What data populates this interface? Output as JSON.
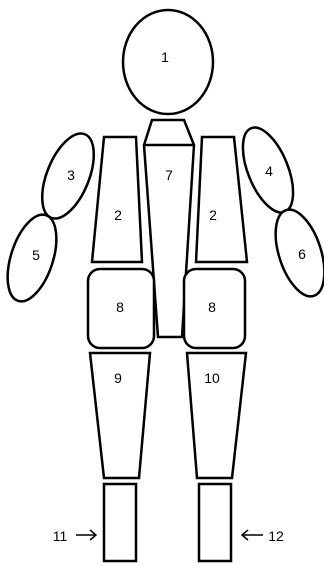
{
  "diagram": {
    "regions": [
      {
        "id": "head",
        "label": "1"
      },
      {
        "id": "torso-left",
        "label": "2"
      },
      {
        "id": "torso-right",
        "label": "2"
      },
      {
        "id": "upper-arm-left",
        "label": "3"
      },
      {
        "id": "upper-arm-right",
        "label": "4"
      },
      {
        "id": "forearm-left",
        "label": "5"
      },
      {
        "id": "forearm-right",
        "label": "6"
      },
      {
        "id": "spine",
        "label": "7"
      },
      {
        "id": "hip-left",
        "label": "8"
      },
      {
        "id": "hip-right",
        "label": "8"
      },
      {
        "id": "thigh-left",
        "label": "9"
      },
      {
        "id": "thigh-right",
        "label": "10"
      },
      {
        "id": "shin-left",
        "label": "11"
      },
      {
        "id": "shin-right",
        "label": "12"
      }
    ]
  }
}
